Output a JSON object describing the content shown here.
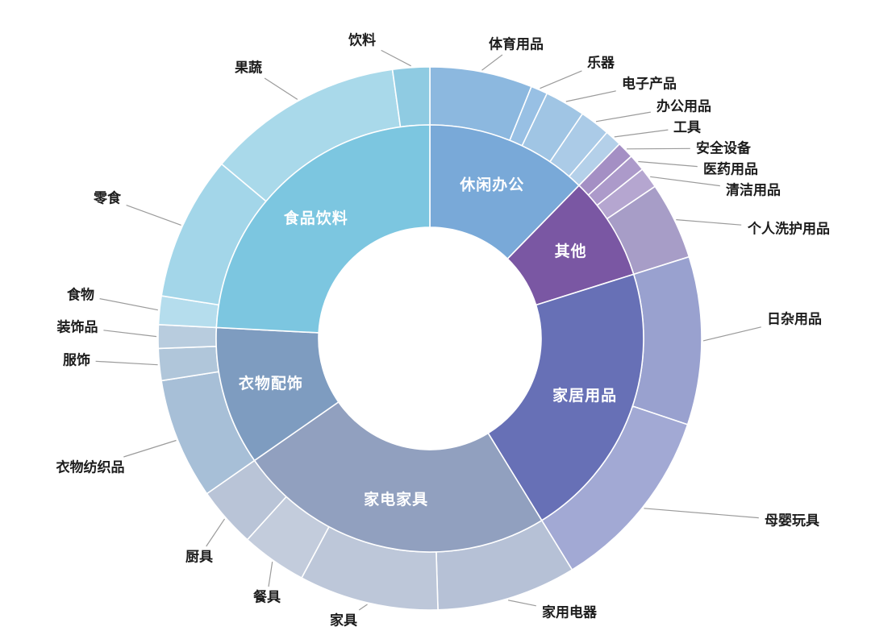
{
  "page": {
    "background": "#ffffff",
    "title": ""
  },
  "chart_data": {
    "type": "sunburst",
    "title": "",
    "legend": "none",
    "unit": "percent (estimated from arc angles)",
    "rings": [
      "category",
      "subcategory"
    ],
    "start_angle_deg": 0,
    "direction": "clockwise",
    "groups": [
      {
        "name": "休闲办公",
        "color": "#79A9D8",
        "value": 12.3,
        "children": [
          {
            "name": "体育用品",
            "value": 6.1,
            "color": "#8CB8DF"
          },
          {
            "name": "乐器",
            "value": 1.0,
            "color": "#98C0E4"
          },
          {
            "name": "电子产品",
            "value": 2.4,
            "color": "#A0C5E4"
          },
          {
            "name": "办公用品",
            "value": 1.8,
            "color": "#ABCBE7"
          },
          {
            "name": "工具",
            "value": 1.0,
            "color": "#B4D0E9"
          }
        ]
      },
      {
        "name": "其他",
        "color": "#7A57A3",
        "value": 7.85,
        "children": [
          {
            "name": "安全设备",
            "value": 1.0,
            "color": "#A48FC4"
          },
          {
            "name": "医药用品",
            "value": 1.0,
            "color": "#AC9ACA"
          },
          {
            "name": "清洁用品",
            "value": 1.25,
            "color": "#B5A6D0"
          },
          {
            "name": "个人洗护用品",
            "value": 4.6,
            "color": "#A79DC7"
          }
        ]
      },
      {
        "name": "家居用品",
        "color": "#6770B6",
        "value": 21.1,
        "children": [
          {
            "name": "日杂用品",
            "value": 10.0,
            "color": "#99A1CF"
          },
          {
            "name": "母婴玩具",
            "value": 11.1,
            "color": "#A2A9D4"
          }
        ]
      },
      {
        "name": "家电家具",
        "color": "#91A0BF",
        "value": 24.1,
        "children": [
          {
            "name": "家用电器",
            "value": 8.3,
            "color": "#B6C1D6"
          },
          {
            "name": "家具",
            "value": 8.3,
            "color": "#BDC7D9"
          },
          {
            "name": "餐具",
            "value": 3.9,
            "color": "#C3CCDC"
          },
          {
            "name": "厨具",
            "value": 3.6,
            "color": "#B9C4D7"
          }
        ]
      },
      {
        "name": "衣物配饰",
        "color": "#7E9CC0",
        "value": 10.5,
        "children": [
          {
            "name": "衣物纺织品",
            "value": 7.2,
            "color": "#A7BFD7"
          },
          {
            "name": "服饰",
            "value": 1.9,
            "color": "#B0C6DA"
          },
          {
            "name": "装饰品",
            "value": 1.4,
            "color": "#B8CCDE"
          }
        ]
      },
      {
        "name": "食品饮料",
        "color": "#7CC6E0",
        "value": 24.2,
        "children": [
          {
            "name": "食物",
            "value": 1.7,
            "color": "#B5DDED"
          },
          {
            "name": "零食",
            "value": 8.6,
            "color": "#A3D6E9"
          },
          {
            "name": "果蔬",
            "value": 11.7,
            "color": "#A9D9EA"
          },
          {
            "name": "饮料",
            "value": 2.2,
            "color": "#8FCBE2"
          }
        ]
      }
    ]
  }
}
